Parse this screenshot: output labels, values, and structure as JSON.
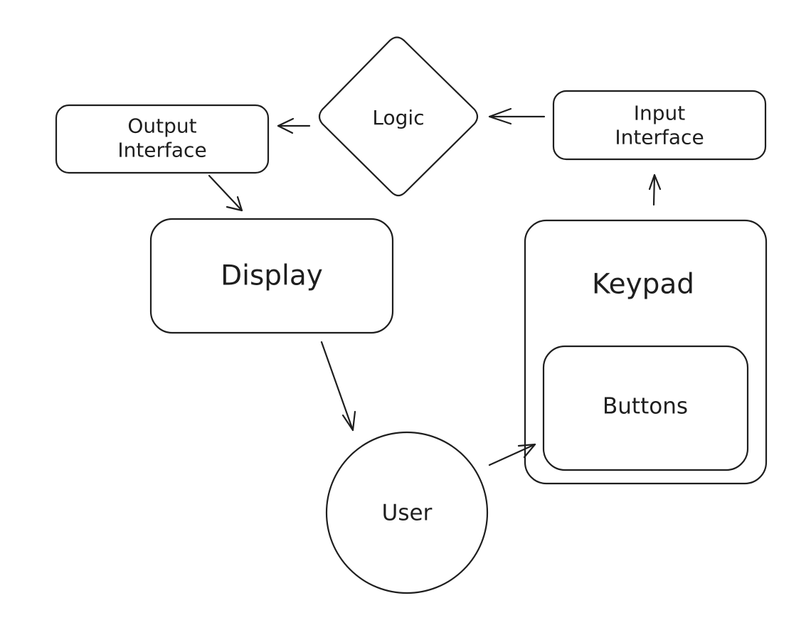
{
  "diagram": {
    "nodes": {
      "output_interface": {
        "label": "Output\nInterface",
        "shape": "rounded-rectangle"
      },
      "logic": {
        "label": "Logic",
        "shape": "diamond"
      },
      "input_interface": {
        "label": "Input\nInterface",
        "shape": "rounded-rectangle"
      },
      "display": {
        "label": "Display",
        "shape": "rounded-rectangle"
      },
      "keypad": {
        "label": "Keypad",
        "shape": "rounded-rectangle"
      },
      "buttons": {
        "label": "Buttons",
        "shape": "rounded-rectangle"
      },
      "user": {
        "label": "User",
        "shape": "circle"
      }
    },
    "edges": [
      {
        "from": "Input Interface",
        "to": "Logic"
      },
      {
        "from": "Logic",
        "to": "Output Interface"
      },
      {
        "from": "Output Interface",
        "to": "Display"
      },
      {
        "from": "Display",
        "to": "User"
      },
      {
        "from": "User",
        "to": "Keypad"
      },
      {
        "from": "Keypad",
        "to": "Input Interface"
      }
    ],
    "colors": {
      "stroke": "#1e1e1e",
      "background": "#ffffff"
    }
  }
}
